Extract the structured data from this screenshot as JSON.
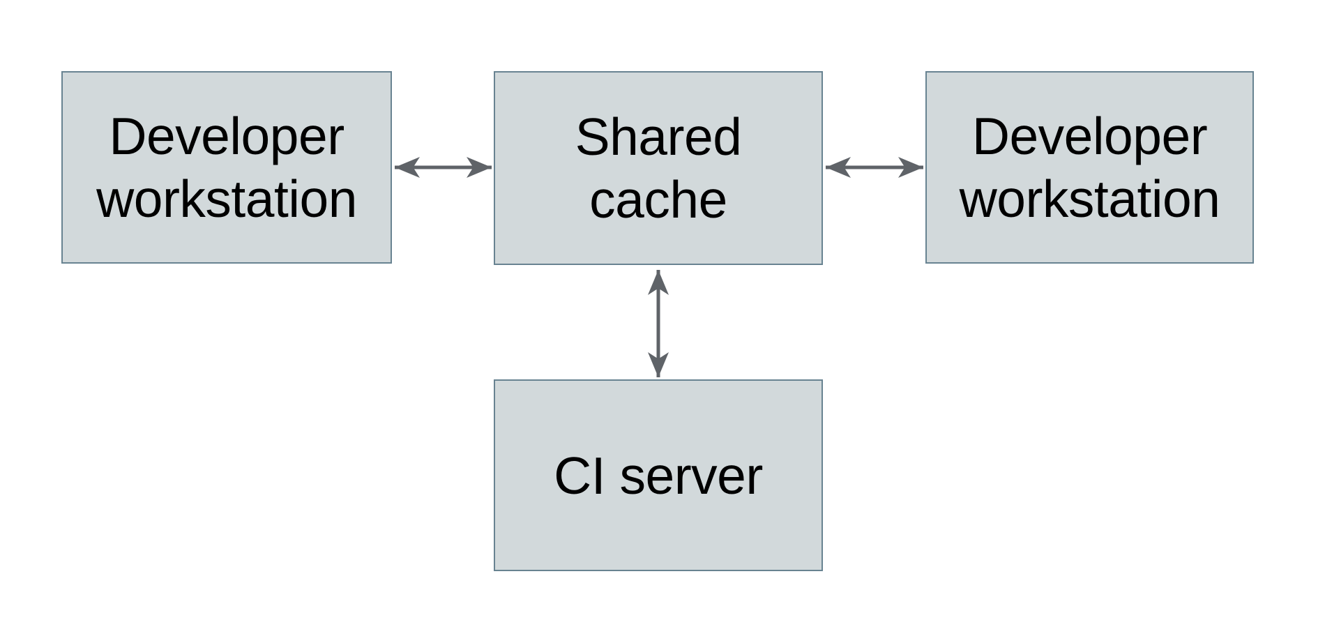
{
  "diagram": {
    "type": "flow-diagram",
    "background": "#ffffff",
    "nodes": [
      {
        "id": "developer-workstation-left",
        "label": "Developer workstation"
      },
      {
        "id": "shared-cache",
        "label": "Shared cache"
      },
      {
        "id": "developer-workstation-right",
        "label": "Developer workstation"
      },
      {
        "id": "ci-server",
        "label": "CI server"
      }
    ],
    "edges": [
      {
        "from": "developer-workstation-left",
        "to": "shared-cache",
        "direction": "bidirectional",
        "orientation": "horizontal"
      },
      {
        "from": "shared-cache",
        "to": "developer-workstation-right",
        "direction": "bidirectional",
        "orientation": "horizontal"
      },
      {
        "from": "shared-cache",
        "to": "ci-server",
        "direction": "bidirectional",
        "orientation": "vertical"
      }
    ],
    "colors": {
      "node_fill": "#d2d9db",
      "node_border": "#688391",
      "arrow": "#5f6368",
      "text": "#000000",
      "background": "#ffffff"
    }
  }
}
